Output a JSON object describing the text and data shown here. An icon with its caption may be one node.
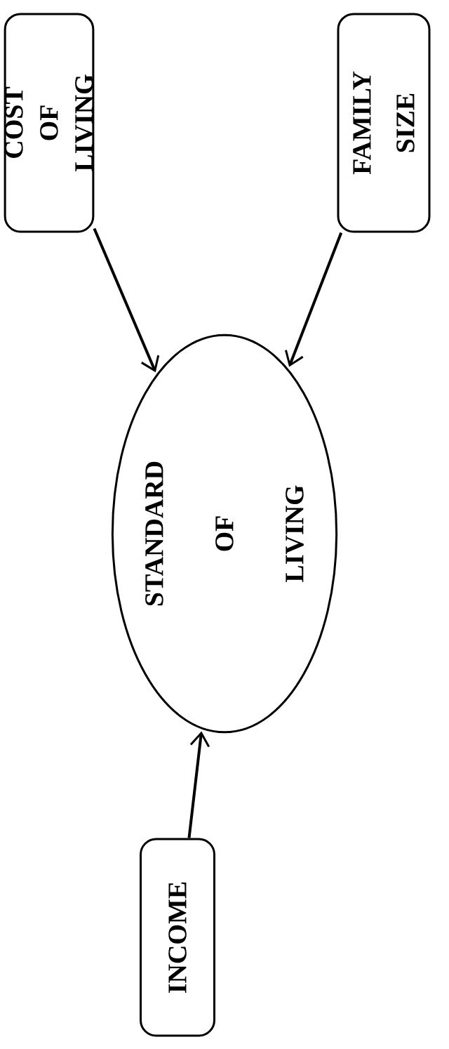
{
  "diagram": {
    "nodes": [
      {
        "text": [
          "INCOME"
        ]
      },
      {
        "text": [
          "STANDARD OF LIVING"
        ]
      },
      {
        "text": [
          "COST OF LIVING"
        ]
      },
      {
        "text": [
          "FAMILY SIZE"
        ]
      }
    ],
    "edges": [
      {
        "from": 0,
        "to": 1,
        "arrow": "to"
      },
      {
        "from": 2,
        "to": 1,
        "arrow": "to"
      },
      {
        "from": 3,
        "to": 1,
        "arrow": "to"
      }
    ]
  }
}
